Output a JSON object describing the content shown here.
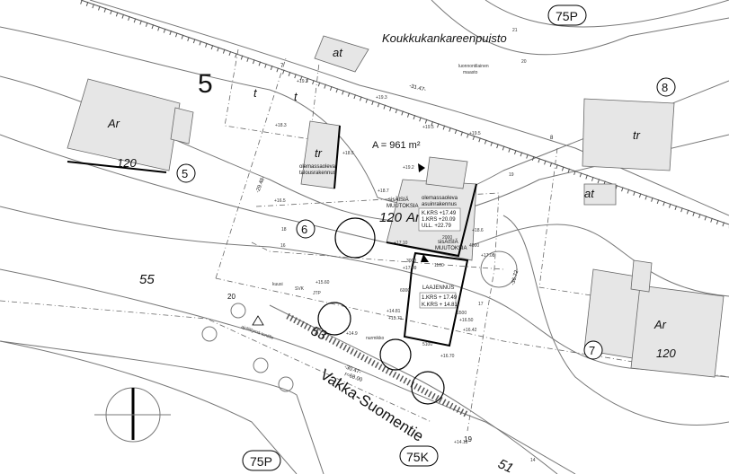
{
  "park_name": "Koukkukankareenpuisto",
  "natural_terrain": [
    "luonnontilainen",
    "maasto"
  ],
  "block_number": "5",
  "zone_badges": [
    "75P",
    "75P",
    "75K"
  ],
  "lot_numbers": [
    "8",
    "5",
    "6",
    "7"
  ],
  "buildings": {
    "left_use": "Ar",
    "left_floors": "120",
    "right_use": "Ar",
    "right_floors": "120",
    "main_use": "Ar",
    "main_floors": "120",
    "sauna": "at",
    "sauna2": "at",
    "outbuilding": "tr",
    "outbuilding2": "tr",
    "shed": "t",
    "shed2": "t"
  },
  "area_label": "A = 961 m²",
  "existing_outbuilding": [
    "olemassaoleva",
    "talousrakennus"
  ],
  "existing_house": [
    "olemassaoleva",
    "asuinrakennus"
  ],
  "existing_levels": [
    "K.KRS +17.49",
    "1.KRS +20.09",
    "ULL. +22.79"
  ],
  "internal_changes": [
    "sisÄISIÄ",
    "MUUTOKSIA"
  ],
  "extension_title": "LAAJENNUS",
  "extension_levels": [
    "1.KRS + 17.49",
    "K.KRS + 14.81"
  ],
  "street_name": "Vakka-Suomentie",
  "street_numbers": [
    "55",
    "53",
    "51"
  ],
  "curve_label": [
    "-30.47-",
    "r=68.00"
  ],
  "boundary_labels": [
    "-31.47-",
    "-29.48-",
    "-36.72-"
  ],
  "point_numbers": [
    "7",
    "8",
    "20",
    "19"
  ],
  "contour_labels": [
    "21",
    "20",
    "19",
    "18",
    "17",
    "16",
    "14"
  ],
  "dimensions": [
    "2000",
    "4000",
    "1100",
    "6000",
    "5100",
    "6500",
    "3000"
  ],
  "spot_heights": [
    "+19.3",
    "+19.3",
    "+18.3",
    "+19.5",
    "+19.5",
    "+19.2",
    "+18.5",
    "+18.7",
    "+18.6",
    "+16.5",
    "+17.10",
    "+17.09",
    "+17.08",
    "+15.60",
    "+14.81",
    "+15.71",
    "+16.50",
    "+16.42",
    "+16.70",
    "+14.9",
    "+14.18"
  ],
  "misc_labels": [
    "ajoliittymä tontille",
    "nurmikko",
    "SVK",
    "JTP",
    "kuusi"
  ]
}
